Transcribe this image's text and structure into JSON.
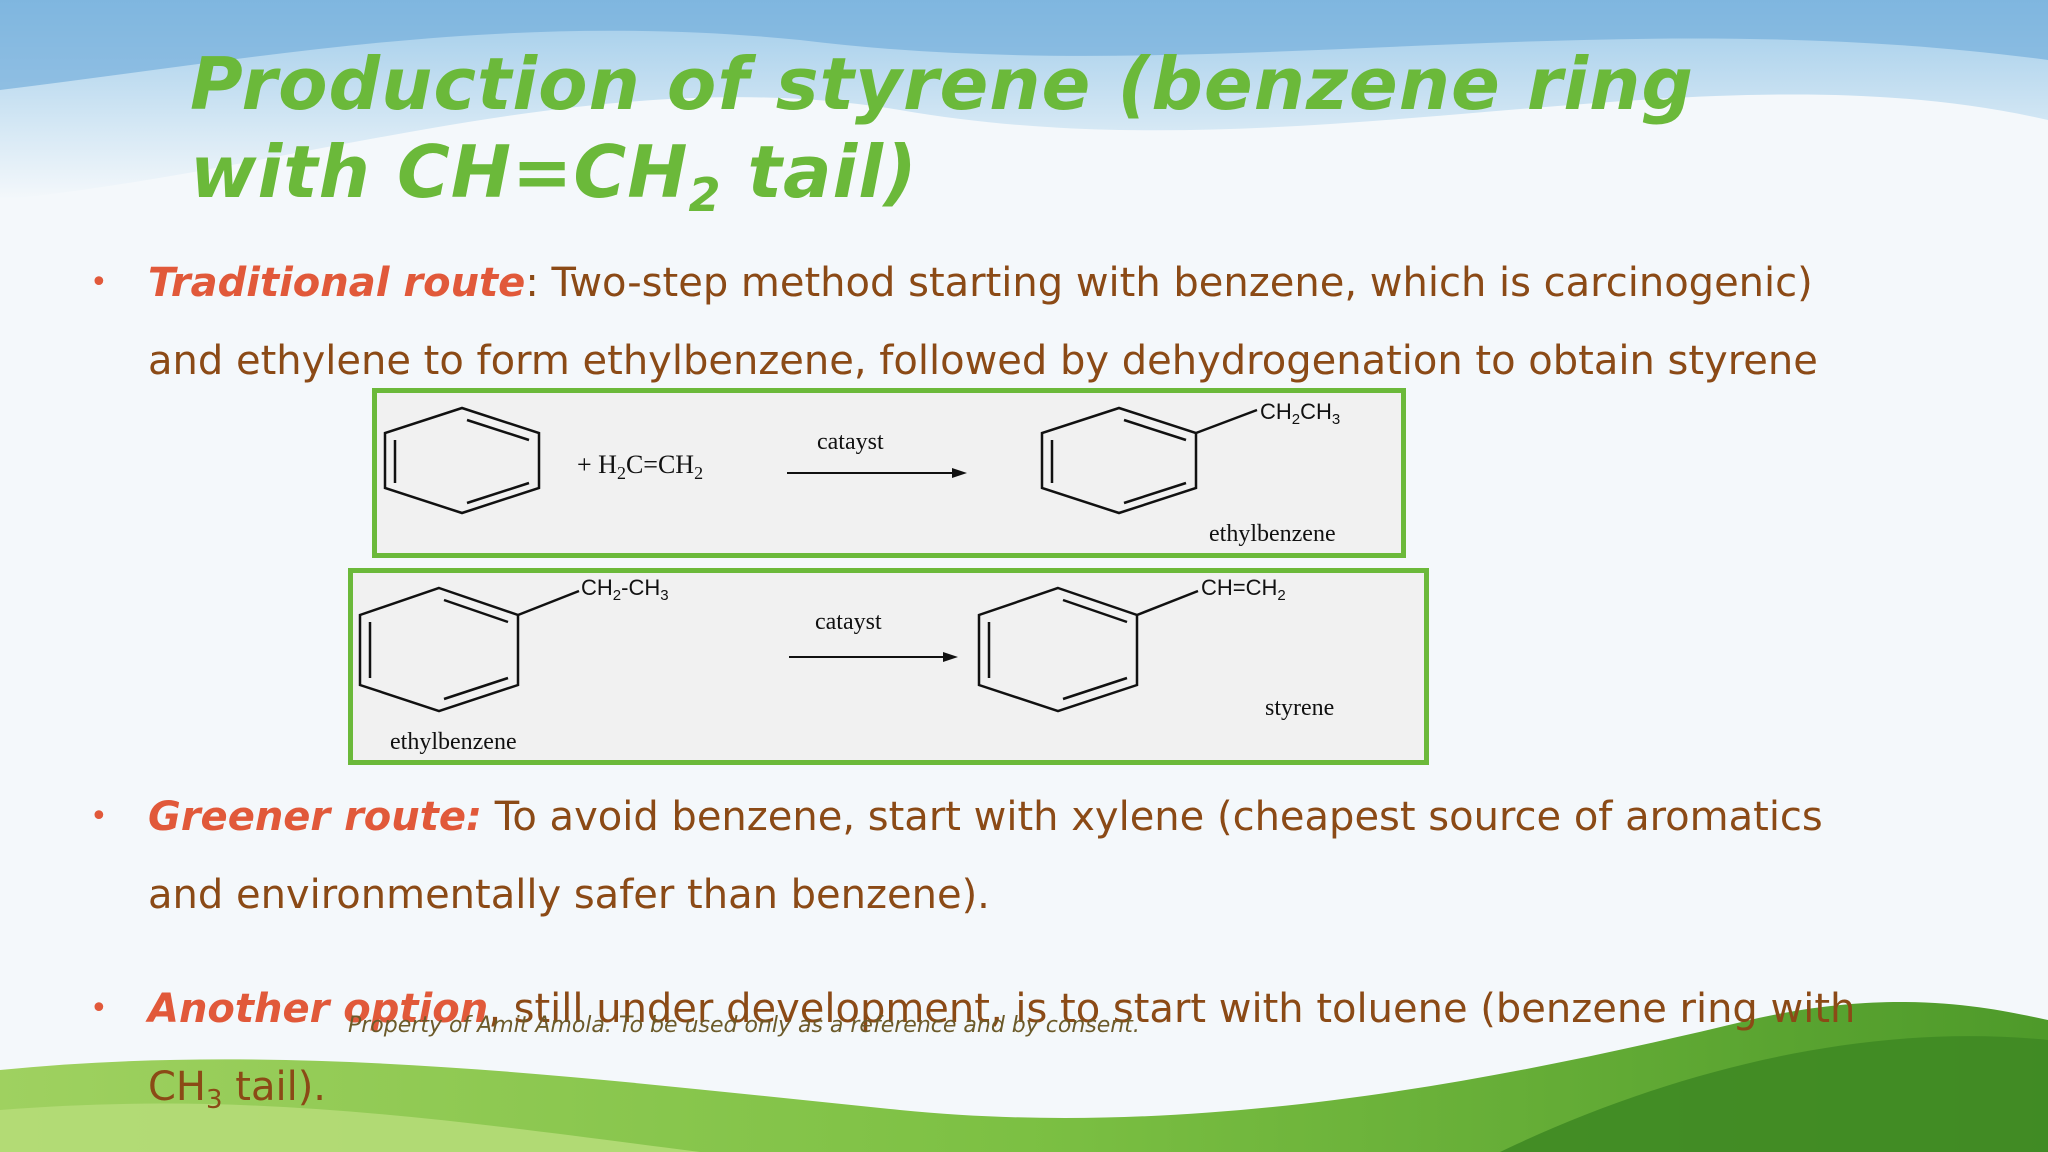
{
  "colors": {
    "title": "#6bb93a",
    "lead": "#e1593a",
    "body": "#8b4a16",
    "box_border": "#6bb93a"
  },
  "slide": {
    "title_part1": "Production of styrene (benzene ring with CH=CH",
    "title_sub": "2",
    "title_part2": " tail)",
    "bullets": {
      "traditional": {
        "lead": "Traditional route",
        "text": ": Two-step method starting with benzene, which is carcinogenic) and ethylene to form ethylbenzene, followed by dehydrogenation to obtain styrene"
      },
      "greener": {
        "lead": "Greener route:",
        "text": " To avoid benzene, start with xylene (cheapest source of aromatics and environmentally safer than benzene)."
      },
      "another": {
        "lead": "Another option",
        "text_before_sub": ", still under development, is to start with toluene (benzene ring with CH",
        "sub": "3",
        "text_after_sub": " tail)."
      }
    },
    "reaction1": {
      "reagent_prefix": "+ H",
      "reagent_sub1": "2",
      "reagent_mid": "C=CH",
      "reagent_sub2": "2",
      "catalyst": "catayst",
      "group_prefix": "CH",
      "group_sub1": "2",
      "group_mid": "CH",
      "group_sub2": "3",
      "product_label": "ethylbenzene"
    },
    "reaction2": {
      "group_prefix": "CH",
      "group_sub1": "2",
      "group_mid": "-CH",
      "group_sub2": "3",
      "reactant_label": "ethylbenzene",
      "catalyst": "catayst",
      "product_group_prefix": "CH=CH",
      "product_group_sub": "2",
      "product_label": "styrene"
    },
    "footer": "Property of Amit Amola. To be used only as a reference and by consent."
  }
}
